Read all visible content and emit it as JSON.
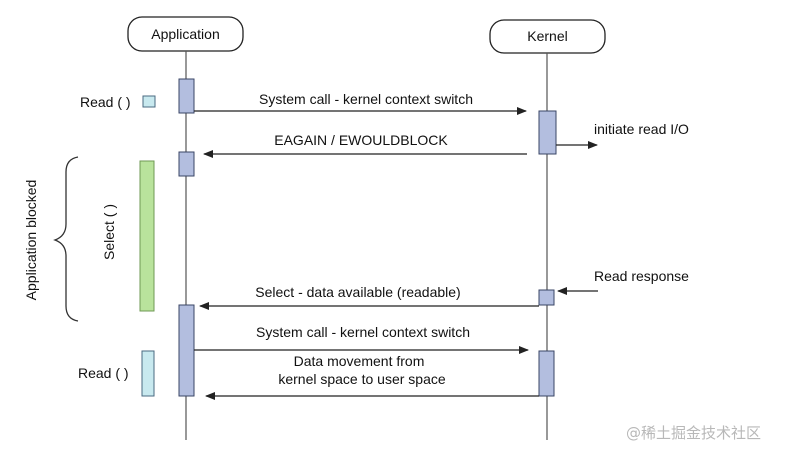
{
  "lifelines": {
    "application": "Application",
    "kernel": "Kernel"
  },
  "left_labels": {
    "read_top": "Read ( )",
    "select": "Select ( )",
    "app_blocked": "Application blocked",
    "read_bottom": "Read ( )"
  },
  "messages": {
    "syscall_1": "System call - kernel context switch",
    "eagain": "EAGAIN / EWOULDBLOCK",
    "initiate_read": "initiate read I/O",
    "read_response": "Read response",
    "select_available": "Select - data available (readable)",
    "syscall_2": "System call - kernel context switch",
    "data_movement_line1": "Data movement from",
    "data_movement_line2": "kernel space to user space"
  },
  "watermark": "@稀土掘金技术社区",
  "colors": {
    "activation_blue": "#b3bedf",
    "activation_border": "#3a4566",
    "select_green": "#b9e39c",
    "read_cyan": "#c8e9ef",
    "line": "#333333"
  }
}
